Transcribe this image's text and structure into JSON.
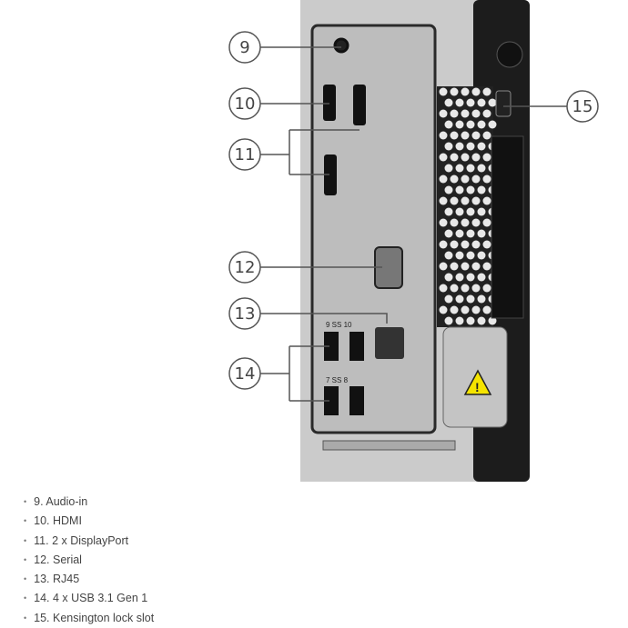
{
  "callouts": [
    {
      "number": "9",
      "label": "9. Audio-in"
    },
    {
      "number": "10",
      "label": "10. HDMI"
    },
    {
      "number": "11",
      "label": "11. 2 x DisplayPort"
    },
    {
      "number": "12",
      "label": "12. Serial"
    },
    {
      "number": "13",
      "label": "13. RJ45"
    },
    {
      "number": "14",
      "label": "14. 4 x USB 3.1 Gen 1"
    },
    {
      "number": "15",
      "label": "15. Kensington lock slot"
    }
  ],
  "port_markings": {
    "usb_top": "9 SS 10",
    "usb_bottom": "7 SS 8"
  },
  "colors": {
    "chassis": "#c9c9c9",
    "panel": "#b5b5b5",
    "side": "#1c1c1c",
    "warning": "#f5e400",
    "callout_stroke": "#555555"
  }
}
